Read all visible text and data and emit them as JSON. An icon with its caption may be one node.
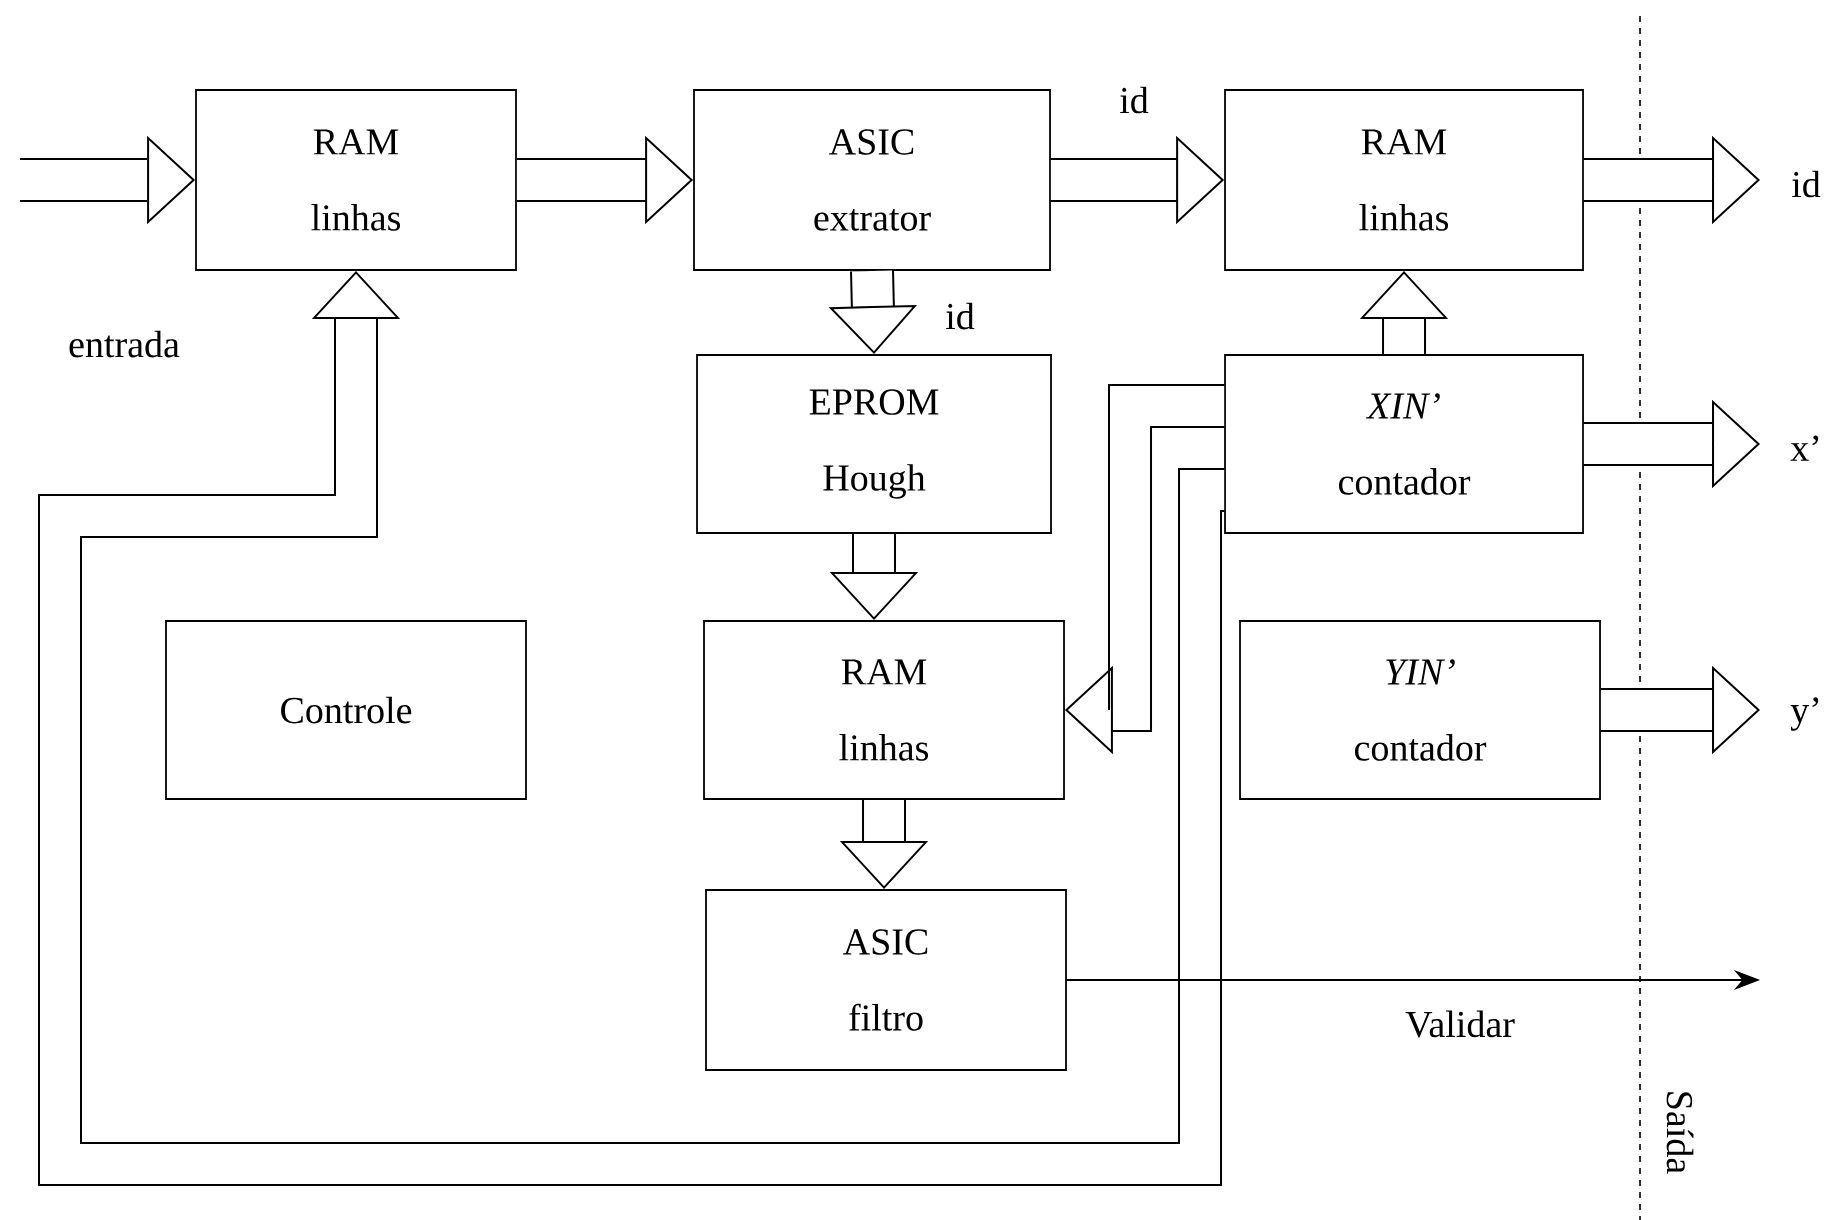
{
  "diagram": {
    "nodes": [
      {
        "text": [
          "RAM",
          "linhas"
        ]
      },
      {
        "text": [
          "ASIC",
          "extrator"
        ]
      },
      {
        "text": [
          "RAM",
          "linhas"
        ]
      },
      {
        "text": [
          "EPROM",
          "Hough"
        ]
      },
      {
        "text": [
          "XIN’",
          "contador"
        ]
      },
      {
        "text": [
          "Controle"
        ]
      },
      {
        "text": [
          "RAM",
          "linhas"
        ]
      },
      {
        "text": [
          "YIN’",
          "contador"
        ]
      },
      {
        "text": [
          "ASIC",
          "filtro"
        ]
      }
    ],
    "edges": [
      {
        "from": null,
        "to": 0,
        "arrow": "to",
        "label": "entrada"
      },
      {
        "from": 0,
        "to": 1,
        "arrow": "to"
      },
      {
        "from": 1,
        "to": 2,
        "arrow": "to",
        "label": "id"
      },
      {
        "from": 1,
        "to": 3,
        "arrow": "to",
        "label": "id"
      },
      {
        "from": 2,
        "to": null,
        "arrow": "to",
        "label": "id"
      },
      {
        "from": 3,
        "to": 6,
        "arrow": "to"
      },
      {
        "from": 4,
        "to": 2,
        "arrow": "to"
      },
      {
        "from": 4,
        "to": null,
        "arrow": "to",
        "label": "x’"
      },
      {
        "from": 4,
        "to": 6,
        "arrow": "to"
      },
      {
        "from": 4,
        "to": 0,
        "arrow": "to"
      },
      {
        "from": 6,
        "to": 8,
        "arrow": "to"
      },
      {
        "from": 7,
        "to": null,
        "arrow": "to",
        "label": "y’"
      },
      {
        "from": 8,
        "to": null,
        "arrow": "to",
        "label": "Validar"
      }
    ],
    "labels": [
      "Saída"
    ]
  }
}
